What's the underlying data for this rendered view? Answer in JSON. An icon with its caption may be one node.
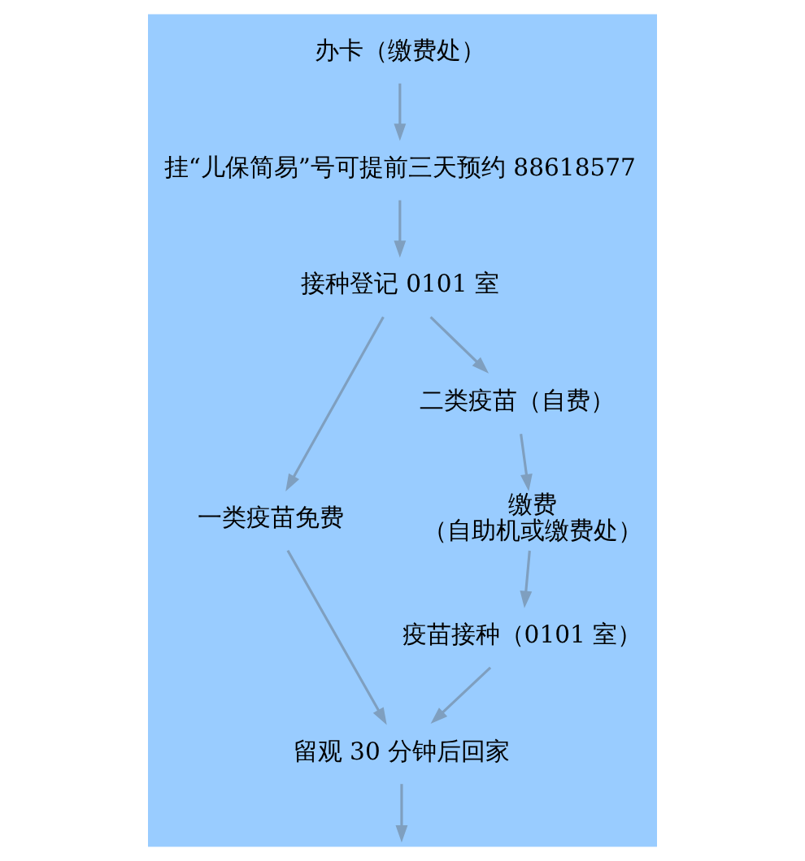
{
  "diagram": {
    "nodes": [
      {
        "text": [
          "办卡（缴费处）"
        ]
      },
      {
        "text": [
          "挂“儿保简易”号可提前三天预约 88618577"
        ]
      },
      {
        "text": [
          "接种登记 0101 室"
        ]
      },
      {
        "text": [
          "一类疫苗免费"
        ]
      },
      {
        "text": [
          "二类疫苗（自费）"
        ]
      },
      {
        "text": [
          "缴费",
          "（自助机或缴费处）"
        ]
      },
      {
        "text": [
          "疫苗接种（0101 室）"
        ]
      },
      {
        "text": [
          "留观 30 分钟后回家"
        ]
      }
    ],
    "edges": [
      {
        "from": 0,
        "to": 1,
        "arrow": "to"
      },
      {
        "from": 1,
        "to": 2,
        "arrow": "to"
      },
      {
        "from": 2,
        "to": 3,
        "arrow": "to"
      },
      {
        "from": 2,
        "to": 4,
        "arrow": "to"
      },
      {
        "from": 4,
        "to": 5,
        "arrow": "to"
      },
      {
        "from": 5,
        "to": 6,
        "arrow": "to"
      },
      {
        "from": 3,
        "to": 7,
        "arrow": "to"
      },
      {
        "from": 6,
        "to": 7,
        "arrow": "to"
      },
      {
        "from": 7,
        "to": null,
        "arrow": "to"
      }
    ]
  }
}
